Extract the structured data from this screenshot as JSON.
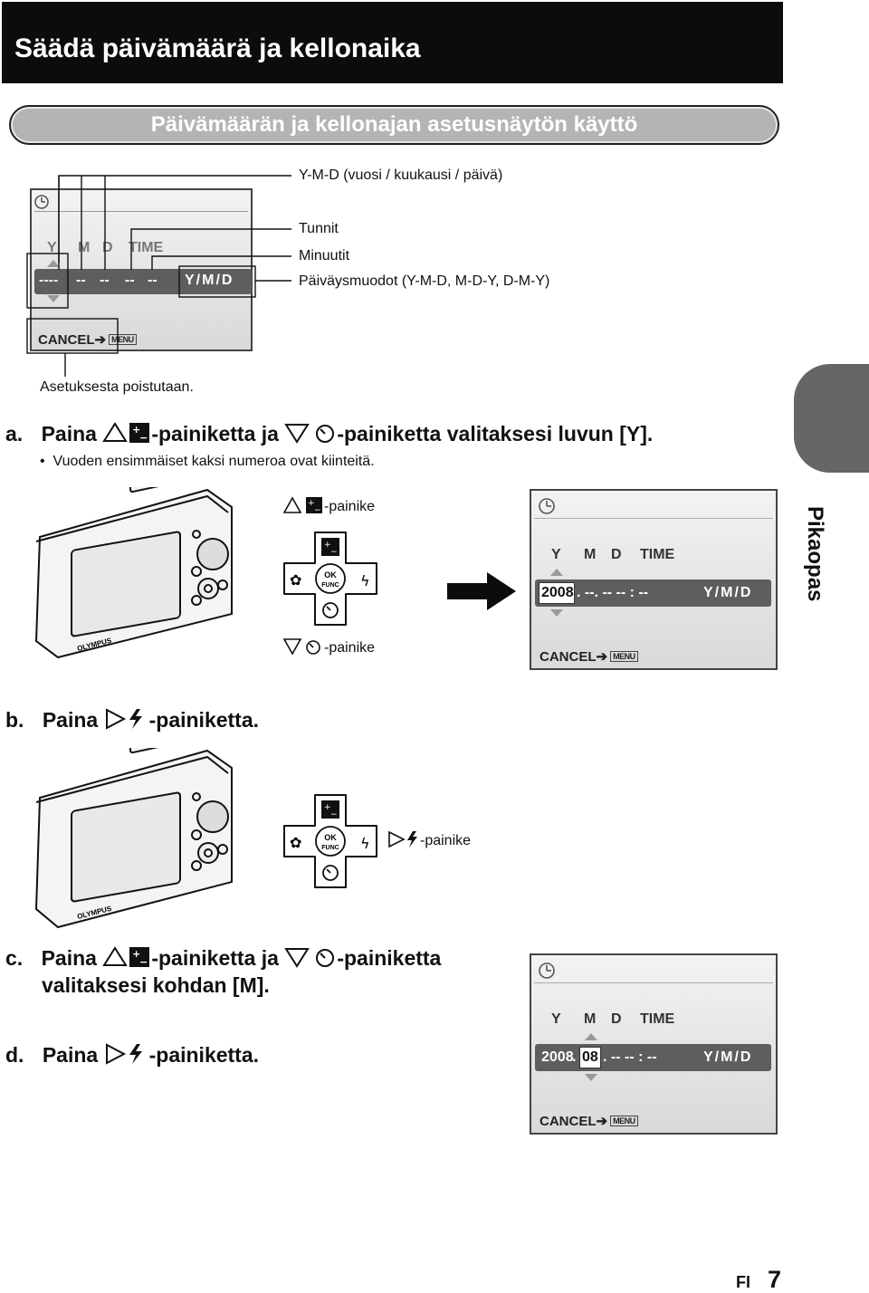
{
  "header": {
    "title": "Säädä päivämäärä ja kellonaika"
  },
  "section_pill": "Päivämäärän ja kellonajan asetusnäytön käyttö",
  "diagram_labels": {
    "ymd": "Y-M-D (vuosi / kuukausi / päivä)",
    "hours": "Tunnit",
    "minutes": "Minuutit",
    "formats": "Päiväysmuodot (Y-M-D, M-D-Y, D-M-Y)",
    "cancel_note": "Asetuksesta poistutaan."
  },
  "screen_common": {
    "col_y": "Y",
    "col_m": "M",
    "col_d": "D",
    "col_time": "TIME",
    "format": "Y/M/D",
    "cancel": "CANCEL",
    "menu": "MENU"
  },
  "screen_top": {
    "year": "----",
    "month": "--",
    "day": "--",
    "hour": "--",
    "minute": "--"
  },
  "screen_a": {
    "year": "2008",
    "rest": ". --. --   -- : --"
  },
  "screen_c": {
    "year": "2008",
    "month": "08",
    "rest": ". --   -- : --"
  },
  "steps": {
    "a_label": "a.",
    "a_text_1": "Paina ",
    "a_text_2": "-painiketta ja ",
    "a_text_3": "-painiketta valitaksesi luvun [Y].",
    "a_bullet": "Vuoden ensimmäiset kaksi numeroa ovat kiinteitä.",
    "b_label": "b.",
    "b_text_1": "Paina ",
    "b_text_2": "-painiketta.",
    "c_label": "c.",
    "c_text_1": "Paina ",
    "c_text_2": "-painiketta ja ",
    "c_text_3": "-painiketta",
    "c_text_4": "valitaksesi kohdan [M].",
    "d_label": "d.",
    "d_text_1": "Paina ",
    "d_text_2": "-painiketta."
  },
  "button_labels": {
    "up_label": "-painike",
    "down_label": "-painike",
    "right_label": "-painike",
    "ok": "OK",
    "func": "FUNC"
  },
  "camera_brand": "OLYMPUS",
  "side_tab": "Pikaopas",
  "footer": {
    "lang": "FI",
    "page": "7"
  },
  "colors": {
    "title_bg": "#0c0c0c",
    "pill_bg": "#b4b4b4",
    "tab_bg": "#666666",
    "field_bg": "#5e5e5e"
  }
}
